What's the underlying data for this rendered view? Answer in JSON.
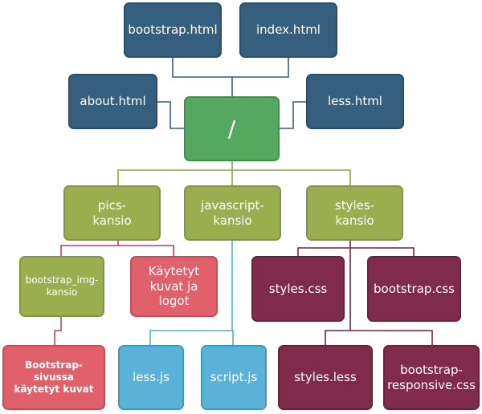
{
  "nodes": {
    "root": "/",
    "bootstrap_html": "bootstrap.html",
    "index_html": "index.html",
    "about_html": "about.html",
    "less_html": "less.html",
    "pics_kansio": "pics-\nkansio",
    "javascript_kansio": "javascript-\nkansio",
    "styles_kansio": "styles-\nkansio",
    "bootstrap_img_kansio": "bootstrap_img-\nkansio",
    "kaytetyt_kuvat": "Käytetyt\nkuvat ja\nlogot",
    "styles_css": "styles.css",
    "bootstrap_css": "bootstrap.css",
    "bootstrap_sivussa": "Bootstrap-sivussa\nkäytetyt kuvat",
    "less_js": "less.js",
    "script_js": "script.js",
    "styles_less": "styles.less",
    "bootstrap_responsive_css": "bootstrap-\nresponsive.css"
  },
  "colors": {
    "html_files": "#355f7c",
    "root": "#55a860",
    "folders": "#9aae50",
    "images": "#e0616b",
    "styles": "#7f2b49",
    "scripts": "#5ab2d8"
  }
}
